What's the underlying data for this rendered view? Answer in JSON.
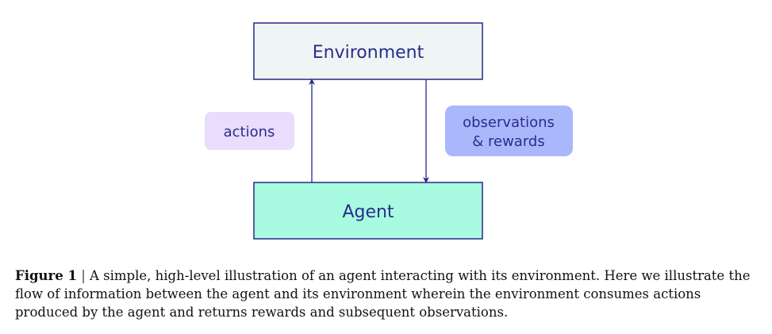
{
  "diagram": {
    "nodes": {
      "environment": {
        "label": "Environment",
        "fill": "#eef5f4",
        "stroke": "#252a86"
      },
      "agent": {
        "label": "Agent",
        "fill": "#a8fbe0",
        "stroke": "#252a86"
      }
    },
    "edges": {
      "actions": {
        "label": "actions",
        "badge_color": "#e9dcfc"
      },
      "observations": {
        "label_line1": "observations",
        "label_line2": "& rewards",
        "badge_color": "#aab8fb"
      }
    },
    "text_color": "#2b2d8c",
    "arrow_color": "#252a86"
  },
  "caption": {
    "figure_label": "Figure 1",
    "separator": "|",
    "text": "A simple, high-level illustration of an agent interacting with its environment. Here we illustrate the flow of information between the agent and its environment wherein the environment consumes actions produced by the agent and returns rewards and subsequent observations."
  }
}
